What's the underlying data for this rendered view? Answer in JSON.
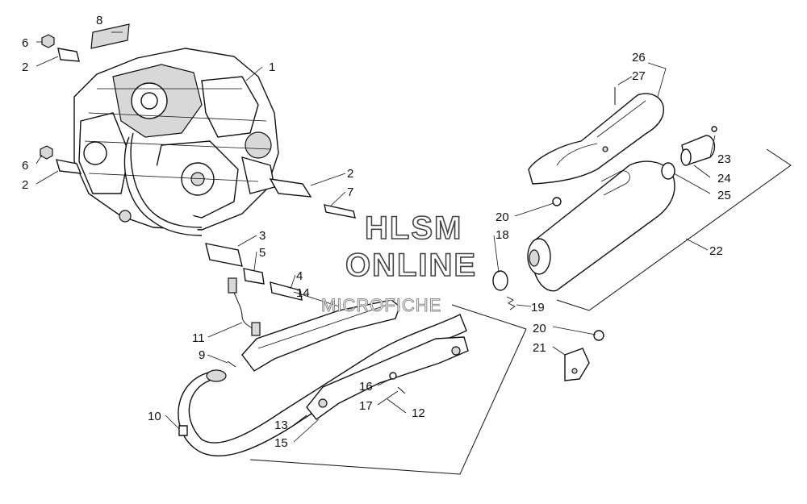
{
  "watermark": {
    "line1": "HLSM",
    "line2": "ONLINE",
    "line3": "MICROFICHE"
  },
  "callouts": {
    "c1": "1",
    "c2a": "2",
    "c2b": "2",
    "c2c": "2",
    "c3": "3",
    "c4": "4",
    "c5": "5",
    "c6a": "6",
    "c6b": "6",
    "c7": "7",
    "c8": "8",
    "c9": "9",
    "c10": "10",
    "c11": "11",
    "c12": "12",
    "c13": "13",
    "c14": "14",
    "c15": "15",
    "c16": "16",
    "c17": "17",
    "c18": "18",
    "c19": "19",
    "c20a": "20",
    "c20b": "20",
    "c21": "21",
    "c22": "22",
    "c23": "23",
    "c24": "24",
    "c25": "25",
    "c26": "26",
    "c27": "27"
  }
}
